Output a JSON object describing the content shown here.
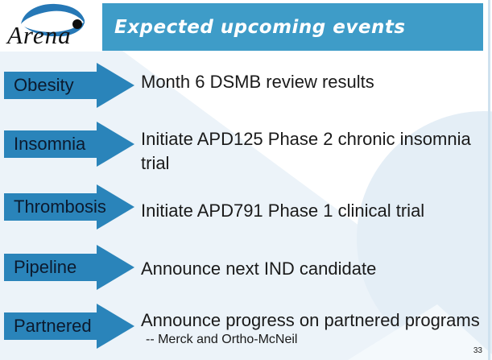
{
  "slide": {
    "logo_text": "Arena",
    "title": "Expected upcoming events",
    "page_number": "33",
    "icons": {
      "logo": "arena-eye-logo",
      "row_marker": "right-arrow"
    },
    "colors": {
      "title_bar_blue": "#3e9cc8",
      "arrow_blue": "#2a84ba",
      "arrow_label_text": "#0c1a2e",
      "body_text": "#1a1a1a",
      "background_tint": "#ecf3f9",
      "background_disc": "#e4eef6",
      "right_edge_stripe": "#cfe2ef"
    },
    "rows": [
      {
        "label": "Obesity",
        "text": "Month 6 DSMB review results"
      },
      {
        "label": "Insomnia",
        "text": "Initiate APD125 Phase 2 chronic insomnia trial"
      },
      {
        "label": "Thrombosis",
        "text": "Initiate APD791 Phase 1 clinical trial"
      },
      {
        "label": "Pipeline",
        "text": "Announce next IND candidate"
      },
      {
        "label": "Partnered",
        "text": "Announce progress on partnered programs",
        "subtext": "-- Merck and Ortho-McNeil"
      }
    ]
  }
}
